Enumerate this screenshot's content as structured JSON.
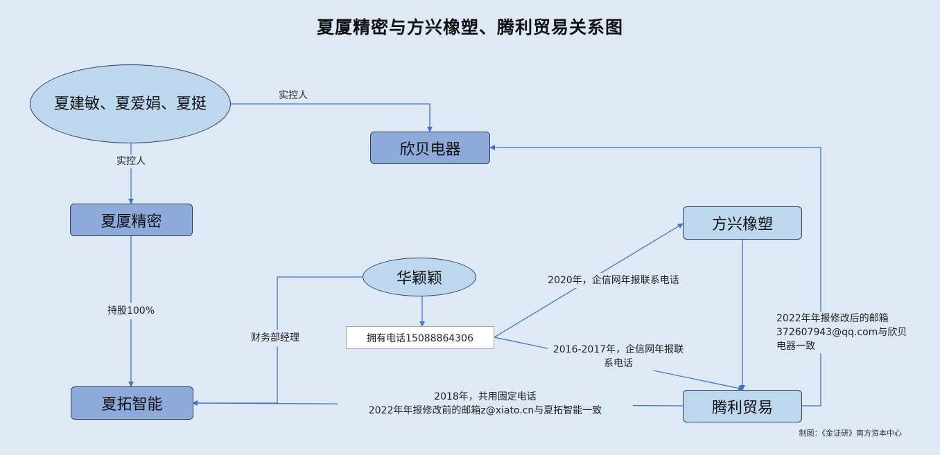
{
  "title": "夏厦精密与方兴橡塑、腾利贸易关系图",
  "nodes": {
    "controllers": "夏建敏、夏爱娟、夏挺",
    "xinbei": "欣贝电器",
    "xiasha": "夏厦精密",
    "fangxing": "方兴橡塑",
    "huayingying": "华颖颖",
    "phone": "拥有电话15088864306",
    "xiatuo": "夏拓智能",
    "tengli": "腾利贸易"
  },
  "edges": {
    "control_xinbei": "实控人",
    "control_xiasha": "实控人",
    "holding": "持股100%",
    "finance_manager": "财务部经理",
    "phone_2020": "2020年，企信网年报联系电话",
    "phone_2016": "2016-2017年，企信网年报联系电话",
    "shared_phone_line1": "2018年，共用固定电话",
    "shared_phone_line2": "2022年年报修改前的邮箱z@xiato.cn与夏拓智能一致",
    "email_after": "2022年年报修改后的邮箱372607943@qq.com与欣贝电器一致"
  },
  "credit": "制图：《金证研》南方资本中心",
  "colors": {
    "background": "#dde9f5",
    "dark_node": "#8eaadb",
    "light_node": "#bdd7ee",
    "line": "#4472c4"
  }
}
